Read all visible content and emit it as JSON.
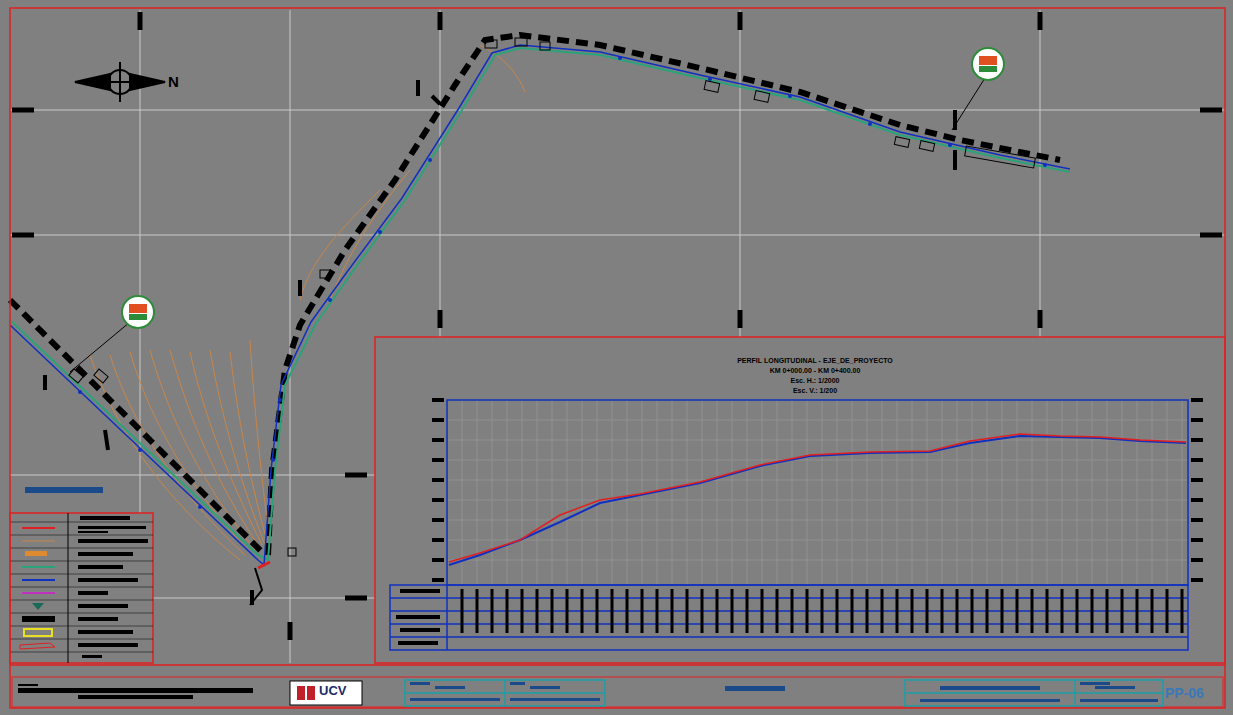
{
  "diagram": {
    "labels": [
      "N",
      "PERFIL LONGITUDINAL - EJE_DE_PROYECTO",
      "KM 0+000.00 - KM 0+400.00",
      "Esc. H.: 1/2000",
      "Esc. V.: 1/200",
      "UCV",
      "PP-06"
    ]
  }
}
